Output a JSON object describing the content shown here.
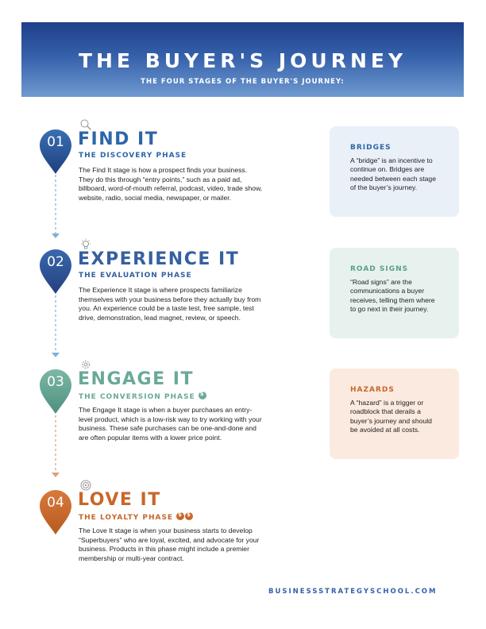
{
  "header": {
    "title": "THE BUYER'S JOURNEY",
    "subtitle": "THE FOUR STAGES OF THE BUYER'S JOURNEY:"
  },
  "stages": [
    {
      "number": "01",
      "title": "FIND IT",
      "phase": "THE DISCOVERY PHASE",
      "icon": "magnifier-icon",
      "color": "#2e66a8",
      "body": "The Find It stage is how a prospect finds your business. They do this through “entry points,” such as a paid ad, billboard, word-of-mouth referral, podcast, video, trade show, website, radio, social media, newspaper, or mailer."
    },
    {
      "number": "02",
      "title": "EXPERIENCE IT",
      "phase": "THE EVALUATION PHASE",
      "icon": "lightbulb-icon",
      "color": "#3560a0",
      "body": "The Experience It stage is where prospects familiarize themselves with your business before they actually buy from you. An experience could be a taste test, free sample, test drive, demonstration, lead magnet, review, or speech."
    },
    {
      "number": "03",
      "title": "ENGAGE IT",
      "phase": "THE CONVERSION PHASE",
      "icon": "gear-icon",
      "color": "#6aa99a",
      "body": "The Engage It stage is when a buyer purchases an entry-level product, which is a low-risk way to try working with your business. These safe purchases can be one-and-done and are often popular items with a lower price point."
    },
    {
      "number": "04",
      "title": "LOVE IT",
      "phase": "THE LOYALTY PHASE",
      "icon": "target-icon",
      "color": "#c8672a",
      "body": "The Love It stage is when your business starts to develop “Superbuyers” who are loyal, excited, and advocate for your business. Products in this phase might include a premier membership or multi-year contract."
    }
  ],
  "sidebar": [
    {
      "heading": "BRIDGES",
      "text": "A “bridge” is an incentive to continue on. Bridges are needed between each stage of the buyer’s journey."
    },
    {
      "heading": "ROAD SIGNS",
      "text": "“Road signs” are the communications a buyer receives, telling them where to go next in their journey."
    },
    {
      "heading": "HAZARDS",
      "text": "A “hazard” is a trigger or roadblock that derails a buyer’s journey and should be avoided at all costs."
    }
  ],
  "footer": {
    "website": "BUSINESSSTRATEGYSCHOOL.COM"
  },
  "colors": {
    "banner_top": "#1f3f8a",
    "banner_bottom": "#6f9ad0",
    "connector": "#7fb0d8",
    "connector_warm": "#d9a07a"
  }
}
